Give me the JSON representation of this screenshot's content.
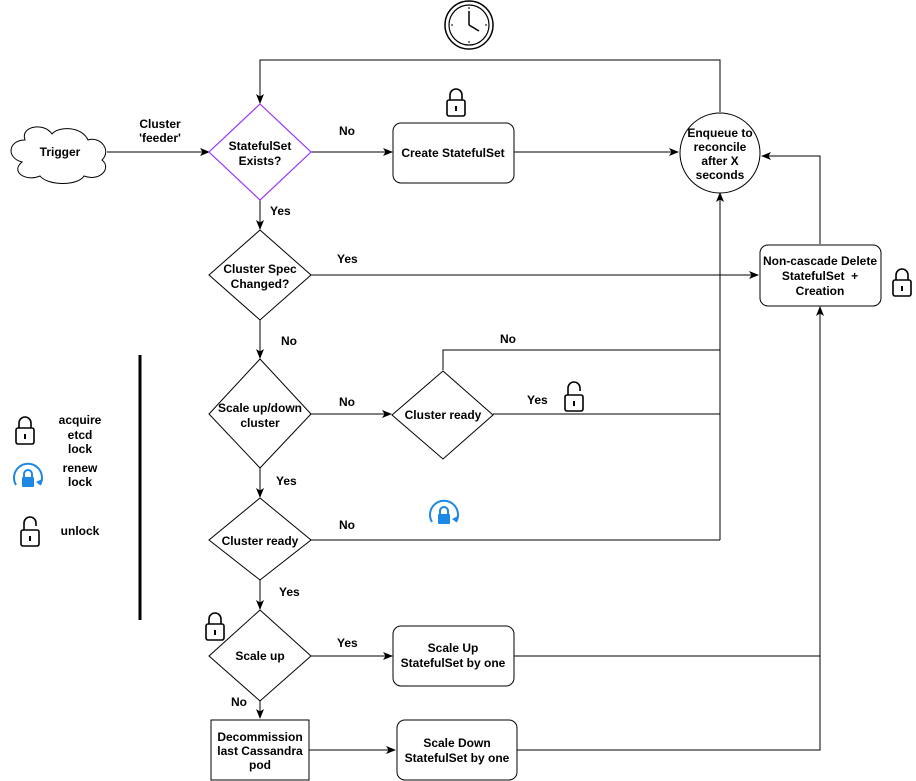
{
  "nodes": {
    "trigger": "Trigger",
    "statefulset_exists": [
      "StatefulSet",
      "Exists?"
    ],
    "create_statefulset": "Create StatefulSet",
    "enqueue": [
      "Enqueue to",
      "reconcile",
      "after X",
      "seconds"
    ],
    "cluster_spec_changed": [
      "Cluster Spec",
      "Changed?"
    ],
    "non_cascade_delete": [
      "Non-cascade Delete",
      "StatefulSet  +",
      "Creation"
    ],
    "scale_up_down": [
      "Scale up/down",
      "cluster"
    ],
    "cluster_ready_1": "Cluster ready",
    "cluster_ready_2": "Cluster ready",
    "scale_up": "Scale up",
    "scale_up_statefulset": [
      "Scale Up",
      "StatefulSet by one"
    ],
    "decommission": [
      "Decommission",
      "last Cassandra",
      "pod"
    ],
    "scale_down_statefulset": [
      "Scale Down",
      "StatefulSet by one"
    ]
  },
  "edge_labels": {
    "cluster_feeder": [
      "Cluster",
      "'feeder'"
    ],
    "exists_no": "No",
    "exists_yes": "Yes",
    "spec_yes": "Yes",
    "spec_no": "No",
    "scale_no": "No",
    "ready1_no": "No",
    "ready1_yes": "Yes",
    "scale_yes": "Yes",
    "ready2_no": "No",
    "ready2_yes": "Yes",
    "scaleup_yes": "Yes",
    "scaleup_no": "No"
  },
  "legend": {
    "acquire": [
      "acquire",
      "etcd",
      "lock"
    ],
    "renew": [
      "renew",
      "lock"
    ],
    "unlock": "unlock"
  },
  "icons": {
    "clock": "clock-icon",
    "lock_closed": "lock-icon",
    "lock_renew": "lock-renew-icon",
    "lock_open": "unlock-icon"
  },
  "colors": {
    "decision_highlight": "#9933ff",
    "renew_lock": "#1e88e5"
  }
}
